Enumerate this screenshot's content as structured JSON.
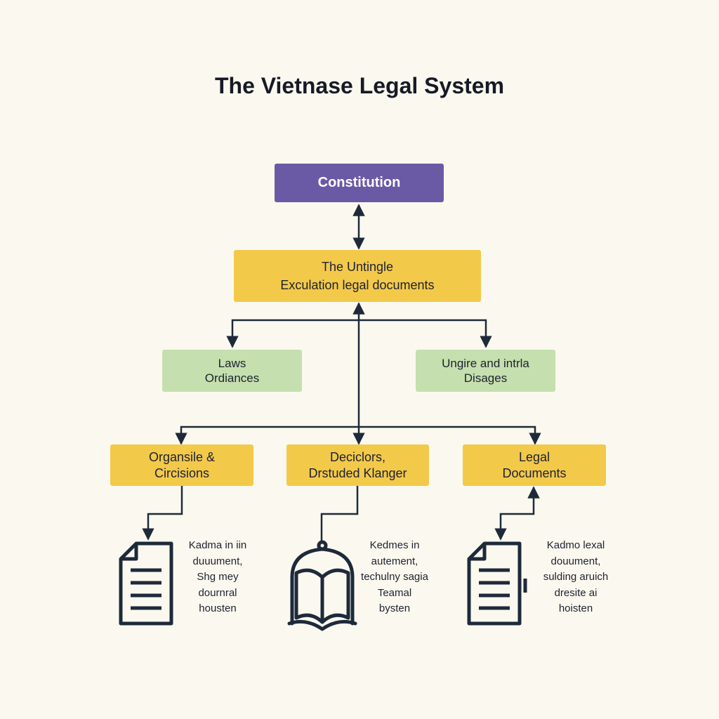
{
  "title": "The Vietnase Legal System",
  "nodes": {
    "constitution": {
      "label": "Constitution"
    },
    "level2": {
      "line1": "The Untingle",
      "line2": "Exculation legal documents"
    },
    "laws": {
      "line1": "Laws",
      "line2": "Ordiances"
    },
    "ungire": {
      "line1": "Ungire and intrla",
      "line2": "Disages"
    },
    "organsile": {
      "line1": "Organsile &",
      "line2": "Circisions"
    },
    "deciclors": {
      "line1": "Deciclors,",
      "line2": "Drstuded Klanger"
    },
    "legal_docs": {
      "line1": "Legal",
      "line2": "Documents"
    }
  },
  "captions": {
    "left": [
      "Kadma in iin",
      "duuument,",
      "Shg mey",
      "dournral",
      "housten"
    ],
    "middle": [
      "Kedmes in",
      "autement,",
      "techulny sagia",
      "Teamal",
      "bysten"
    ],
    "right": [
      "Kadmo lexal",
      "douument,",
      "sulding aruich",
      "dresite ai",
      "hoisten"
    ]
  },
  "icons": [
    "document-icon",
    "book-icon",
    "document-icon"
  ],
  "colors": {
    "background": "#fbf9ef",
    "purple": "#6a5aa6",
    "yellow": "#f3c94a",
    "green": "#c6dfae",
    "line": "#1e2a3a"
  }
}
